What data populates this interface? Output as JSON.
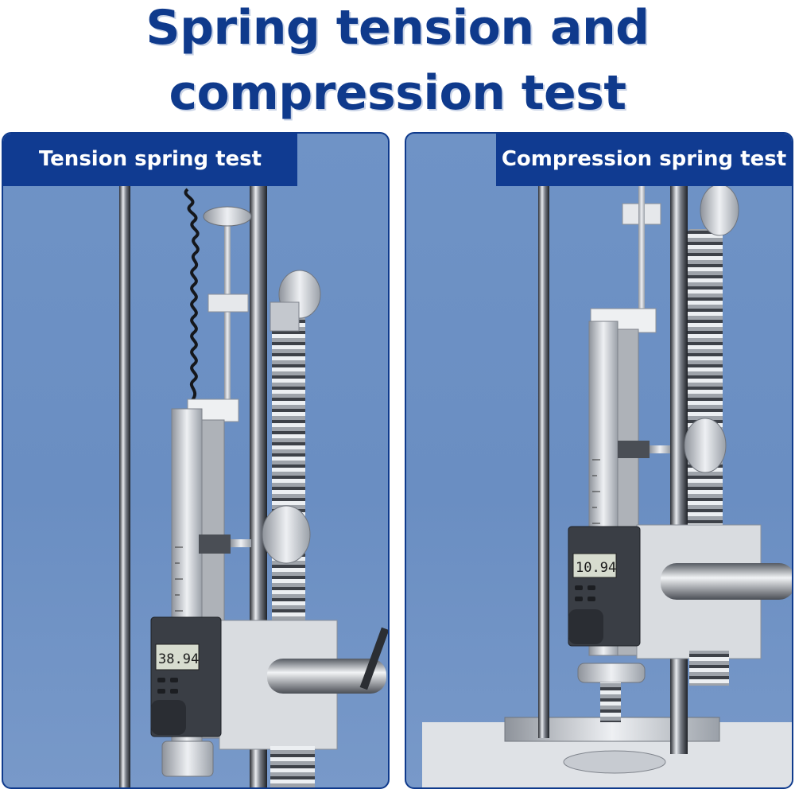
{
  "title": {
    "line1": "Spring tension and",
    "line2": "compression test"
  },
  "panels": [
    {
      "label": "Tension spring test",
      "reading": "38.94"
    },
    {
      "label": "Compression spring test",
      "reading": "10.94"
    }
  ],
  "colors": {
    "title": "#0f3a8c",
    "label_bg": "#103b91",
    "panel_bg": "#6f93c6",
    "metal": "#c9ccd2"
  }
}
